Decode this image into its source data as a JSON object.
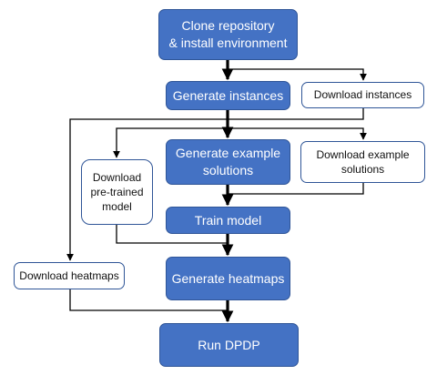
{
  "diagram": {
    "nodes": {
      "clone": {
        "label": "Clone repository\n& install environment",
        "style": "filled"
      },
      "generate_instances": {
        "label": "Generate instances",
        "style": "filled"
      },
      "download_instances": {
        "label": "Download instances",
        "style": "outline"
      },
      "generate_example_solutions": {
        "label": "Generate example\nsolutions",
        "style": "filled"
      },
      "download_example_solutions": {
        "label": "Download example\nsolutions",
        "style": "outline"
      },
      "download_pretrained": {
        "label": "Download\npre-trained\nmodel",
        "style": "outline"
      },
      "train_model": {
        "label": "Train model",
        "style": "filled"
      },
      "download_heatmaps": {
        "label": "Download heatmaps",
        "style": "outline"
      },
      "generate_heatmaps": {
        "label": "Generate heatmaps",
        "style": "filled"
      },
      "run_dpdp": {
        "label": "Run DPDP",
        "style": "filled"
      }
    },
    "edges": [
      {
        "from": "clone",
        "to": "generate_instances"
      },
      {
        "from": "clone",
        "to": "download_instances"
      },
      {
        "from": "generate_instances",
        "to": "generate_example_solutions"
      },
      {
        "from": "download_instances",
        "to": "generate_example_solutions"
      },
      {
        "from": "generate_instances",
        "to": "download_example_solutions"
      },
      {
        "from": "generate_instances",
        "to": "download_pretrained"
      },
      {
        "from": "generate_instances",
        "to": "download_heatmaps"
      },
      {
        "from": "generate_example_solutions",
        "to": "train_model"
      },
      {
        "from": "download_example_solutions",
        "to": "train_model"
      },
      {
        "from": "train_model",
        "to": "generate_heatmaps"
      },
      {
        "from": "download_pretrained",
        "to": "generate_heatmaps"
      },
      {
        "from": "generate_heatmaps",
        "to": "run_dpdp"
      },
      {
        "from": "download_heatmaps",
        "to": "run_dpdp"
      }
    ],
    "colors": {
      "filled_fill": "#4472c4",
      "filled_border": "#2f5597",
      "outline_border": "#2f5597",
      "line": "#000000"
    }
  }
}
